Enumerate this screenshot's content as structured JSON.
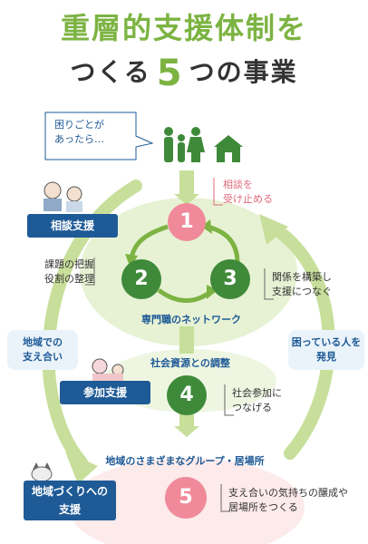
{
  "title": {
    "line1": "重層的支援体制を",
    "line2_pre": "つくる",
    "line2_num": "5",
    "line2_post": "つの事業"
  },
  "callout": "困りごとが\nあったら…",
  "steps": {
    "n1": "1",
    "n2": "2",
    "n3": "3",
    "n4": "4",
    "n5": "5",
    "s1": "相談を\n受け止める",
    "s2": "課題の把握\n役割の整理",
    "s3": "関係を構築し\n支援につなぐ",
    "s4": "社会参加に\nつなげる",
    "s5": "支え合いの気持ちの醸成や\n居場所をつくる"
  },
  "buttons": {
    "consult": "相談支援",
    "participate": "参加支援",
    "community": "地域づくりへの\n支援"
  },
  "center": {
    "network": "専門職のネットワーク",
    "resources": "社会資源との調整",
    "groups": "地域のさまざまなグループ・居場所"
  },
  "bubbles": {
    "left": "地域での\n支え合い",
    "right": "困っている人を\n発見"
  },
  "colors": {
    "green": "#7cb342",
    "dark_green": "#3f8a3a",
    "blue": "#1e5a96",
    "pink": "#f08a9a"
  }
}
